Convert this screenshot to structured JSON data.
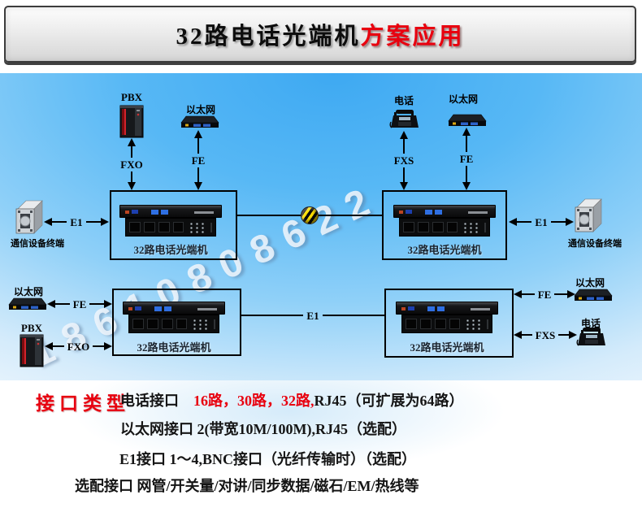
{
  "header": {
    "title_main": "32路电话光端机",
    "title_accent": "方案应用"
  },
  "watermark": "18610808622",
  "diagram": {
    "node_labels": {
      "pbx": "PBX",
      "ethernet": "以太网",
      "phone": "电话",
      "terminal": "通信设备终端",
      "optical_mux": "32路电话光端机"
    },
    "link_labels": {
      "fxo": "FXO",
      "fe": "FE",
      "fxs": "FXS",
      "e1": "E1"
    }
  },
  "specs": {
    "heading": "接口类型",
    "line1": {
      "label": "电话接口",
      "highlight": "16路，30路，32路,",
      "rest": "RJ45（可扩展为64路）"
    },
    "line2": "以太网接口 2(带宽10M/100M),RJ45（选配）",
    "line3": "E1接口 1～4,BNC接口（光纤传输时）（选配）",
    "line4": "选配接口 网管/开关量/对讲/同步数据/磁石/EM/热线等"
  },
  "colors": {
    "accent_red": "#e8000f",
    "diagram_blue": "#3ea9f2",
    "line_black": "#000000",
    "fiber_yellow": "#ffe000"
  }
}
